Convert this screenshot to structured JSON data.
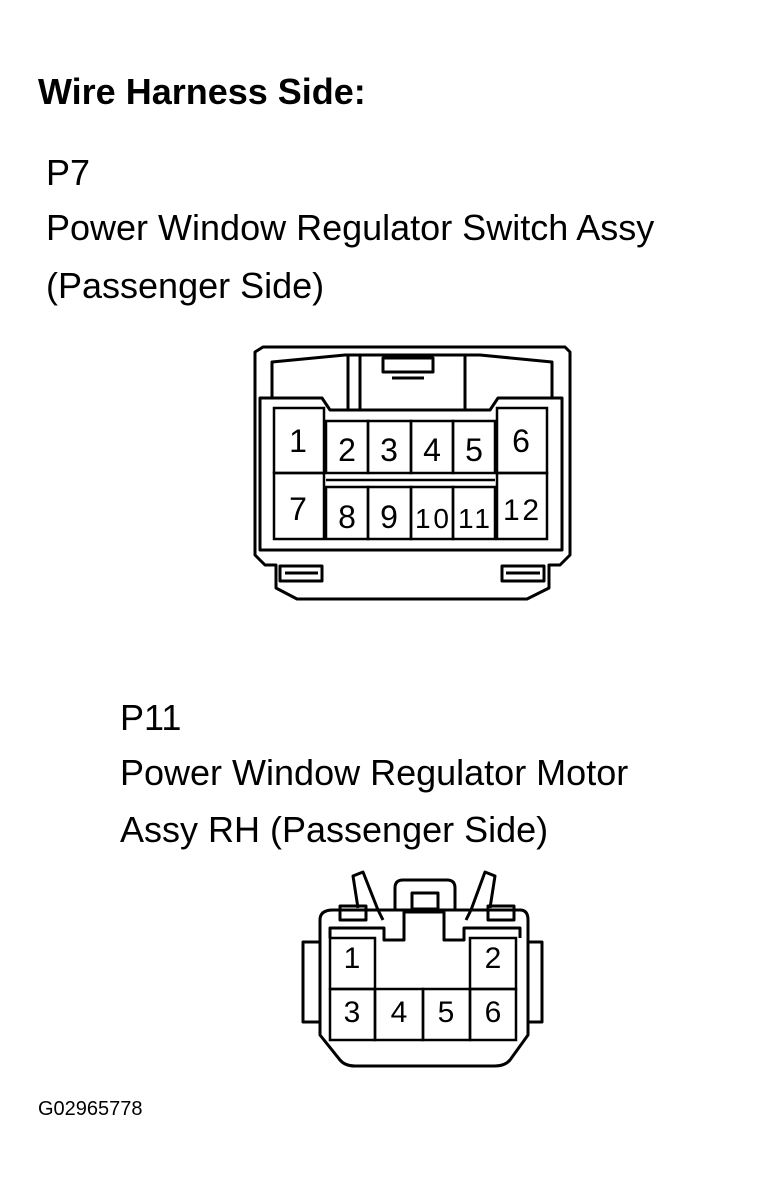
{
  "heading": "Wire Harness Side:",
  "connectors": [
    {
      "id": "P7",
      "name_line1": "Power Window Regulator Switch Assy",
      "name_line2": "(Passenger Side)",
      "pins": [
        "1",
        "2",
        "3",
        "4",
        "5",
        "6",
        "7",
        "8",
        "9",
        "10",
        "11",
        "12"
      ]
    },
    {
      "id": "P11",
      "name_line1": "Power Window Regulator Motor",
      "name_line2": "Assy RH (Passenger Side)",
      "pins": [
        "1",
        "2",
        "3",
        "4",
        "5",
        "6"
      ]
    }
  ],
  "figure_ref": "G02965778"
}
